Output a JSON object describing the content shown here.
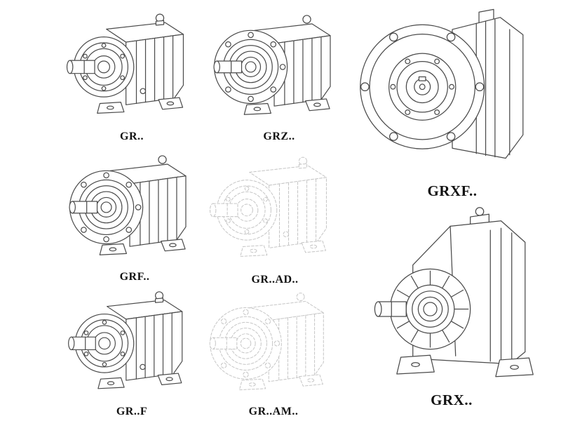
{
  "colors": {
    "background": "#ffffff",
    "line": "#4a4a4a",
    "ghost": "#c6c6c6",
    "label_text": "#111111"
  },
  "figures": [
    {
      "id": "gr",
      "label": "GR..",
      "style": "solid"
    },
    {
      "id": "grz",
      "label": "GRZ..",
      "style": "solid"
    },
    {
      "id": "grxf",
      "label": "GRXF..",
      "style": "solid"
    },
    {
      "id": "grf",
      "label": "GRF..",
      "style": "solid"
    },
    {
      "id": "gr-ad",
      "label": "GR..AD..",
      "style": "ghost"
    },
    {
      "id": "gr-f",
      "label": "GR..F",
      "style": "solid"
    },
    {
      "id": "gr-am",
      "label": "GR..AM..",
      "style": "ghost"
    },
    {
      "id": "grx",
      "label": "GRX..",
      "style": "solid"
    }
  ]
}
